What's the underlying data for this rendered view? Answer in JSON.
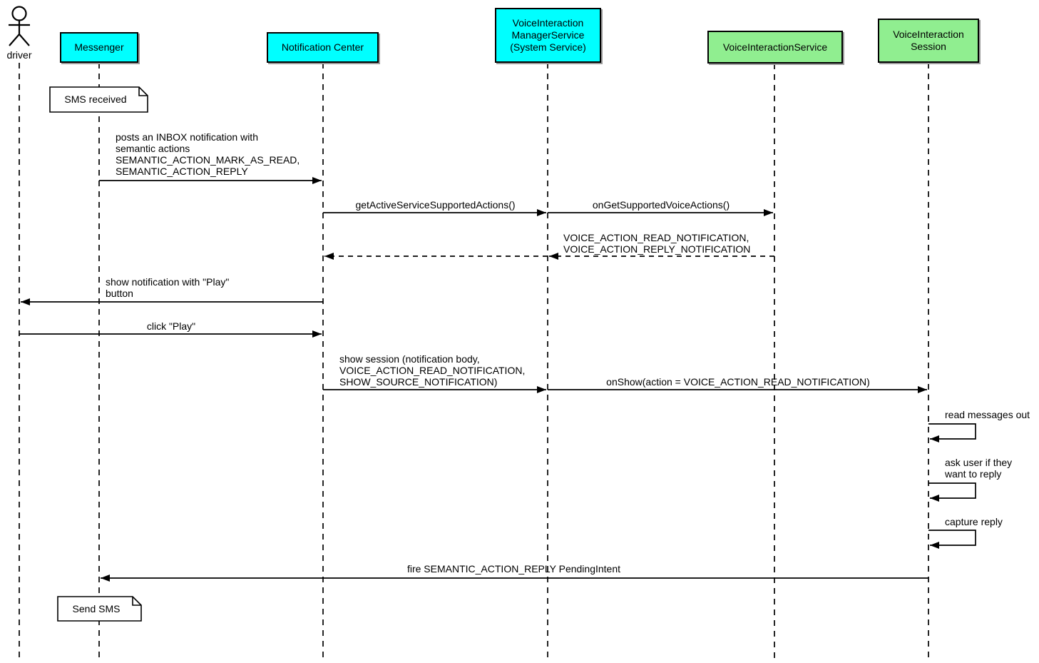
{
  "actor": {
    "label": "driver"
  },
  "participants": {
    "messenger": {
      "label": "Messenger"
    },
    "notification_center": {
      "label": "Notification Center"
    },
    "vims": {
      "label": "VoiceInteraction\nManagerService\n(System Service)"
    },
    "vis": {
      "label": "VoiceInteractionService"
    },
    "visession": {
      "label": "VoiceInteraction\nSession"
    }
  },
  "colors": {
    "system_component": "#00ffff",
    "voice_service": "#90ee90",
    "line": "#000000",
    "note_bg": "#ffffff"
  },
  "notes": {
    "sms_received": "SMS received",
    "send_sms": "Send SMS"
  },
  "messages": {
    "post_inbox": "posts an INBOX notification with\nsemantic actions\nSEMANTIC_ACTION_MARK_AS_READ,\nSEMANTIC_ACTION_REPLY",
    "get_actions": "getActiveServiceSupportedActions()",
    "on_get_actions": "onGetSupportedVoiceActions()",
    "voice_actions_return": "VOICE_ACTION_READ_NOTIFICATION,\nVOICE_ACTION_REPLY_NOTIFICATION",
    "show_notification": "show notification with \"Play\"\nbutton",
    "click_play": "click \"Play\"",
    "show_session": "show session (notification body,\nVOICE_ACTION_READ_NOTIFICATION,\nSHOW_SOURCE_NOTIFICATION)",
    "on_show": "onShow(action = VOICE_ACTION_READ_NOTIFICATION)",
    "read_messages": "read messages out",
    "ask_reply": "ask user if they\nwant to reply",
    "capture_reply": "capture reply",
    "fire_reply": "fire SEMANTIC_ACTION_REPLY PendingIntent"
  }
}
